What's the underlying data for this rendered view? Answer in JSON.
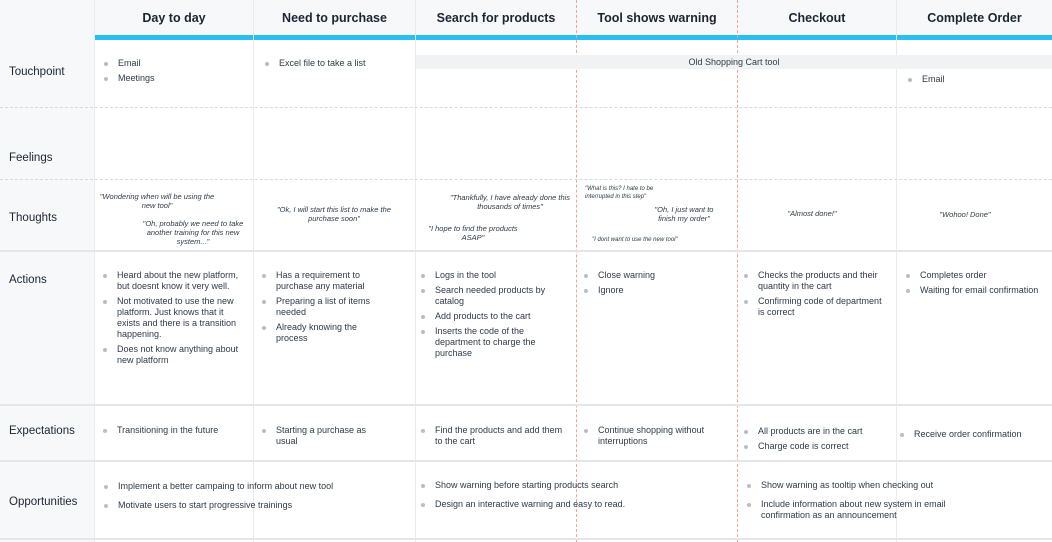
{
  "colors": {
    "accent": "#29bff0",
    "warning_line": "#f3a48f",
    "grid": "#e9ecef",
    "label_bg": "#f7f8f9"
  },
  "columns": [
    "Day to day",
    "Need to purchase",
    "Search for products",
    "Tool shows warning",
    "Checkout",
    "Complete Order"
  ],
  "rows": {
    "touchpoint": "Touchpoint",
    "feelings": "Feelings",
    "thoughts": "Thoughts",
    "actions": "Actions",
    "expectations": "Expectations",
    "opportunities": "Opportunities"
  },
  "touchpoint": {
    "day_to_day": [
      "Email",
      "Meetings"
    ],
    "need_to_purchase": [
      "Excel file to take a list"
    ],
    "old_tool_banner": "Old Shopping Cart tool",
    "complete_order": [
      "Email"
    ]
  },
  "thoughts": {
    "day_to_day_1": "\"Wondering when will be using the new tool\"",
    "day_to_day_2": "\"Oh, probably we need to take another training for this new system...\"",
    "need_to_purchase": "\"Ok, I will start this list to make the purchase soon\"",
    "search_1": "\"Thankfully, I have already done this thousands of times\"",
    "search_2": "\"I hope to find the products ASAP\"",
    "warning_1": "\"What is this? I hate to be interrupted in this step\"",
    "warning_2": "\"Oh, I just want to finish my order\"",
    "warning_3": "\"I dont want to use the new tool\"",
    "checkout": "\"Almost done!\"",
    "complete_order": "\"Wohoo! Done\""
  },
  "actions": {
    "day_to_day": [
      "Heard about the new platform, but doesnt know it very well.",
      "Not motivated to use the new platform. Just knows that it exists and there is a transition happening.",
      "Does not know anything about new platform"
    ],
    "need_to_purchase": [
      "Has a requirement to purchase any material",
      "Preparing a list of items needed",
      "Already knowing the process"
    ],
    "search": [
      "Logs in the tool",
      "Search needed products by catalog",
      "Add products to the cart",
      "Inserts the code of the department to charge the purchase"
    ],
    "warning": [
      "Close warning",
      "Ignore"
    ],
    "checkout": [
      "Checks the products and their quantity in the cart",
      "Confirming code of department is correct"
    ],
    "complete_order": [
      "Completes order",
      "Waiting for email confirmation"
    ]
  },
  "expectations": {
    "day_to_day": [
      "Transitioning in the future"
    ],
    "need_to_purchase": [
      "Starting a purchase as usual"
    ],
    "search": [
      "Find the products and add them to the cart"
    ],
    "warning": [
      "Continue shopping without interruptions"
    ],
    "checkout": [
      "All products are in the cart",
      "Charge code is correct"
    ],
    "complete_order": [
      "Receive order confirmation"
    ]
  },
  "opportunities": {
    "group_1": [
      "Implement a better campaing to inform about new tool",
      "Motivate users to start progressive trainings"
    ],
    "group_2": [
      "Show warning before starting products search",
      "Design an interactive warning and easy to read."
    ],
    "group_3": [
      "Show warning as tooltip when checking out",
      "Include information about new system in email confirmation as an announcement"
    ]
  }
}
